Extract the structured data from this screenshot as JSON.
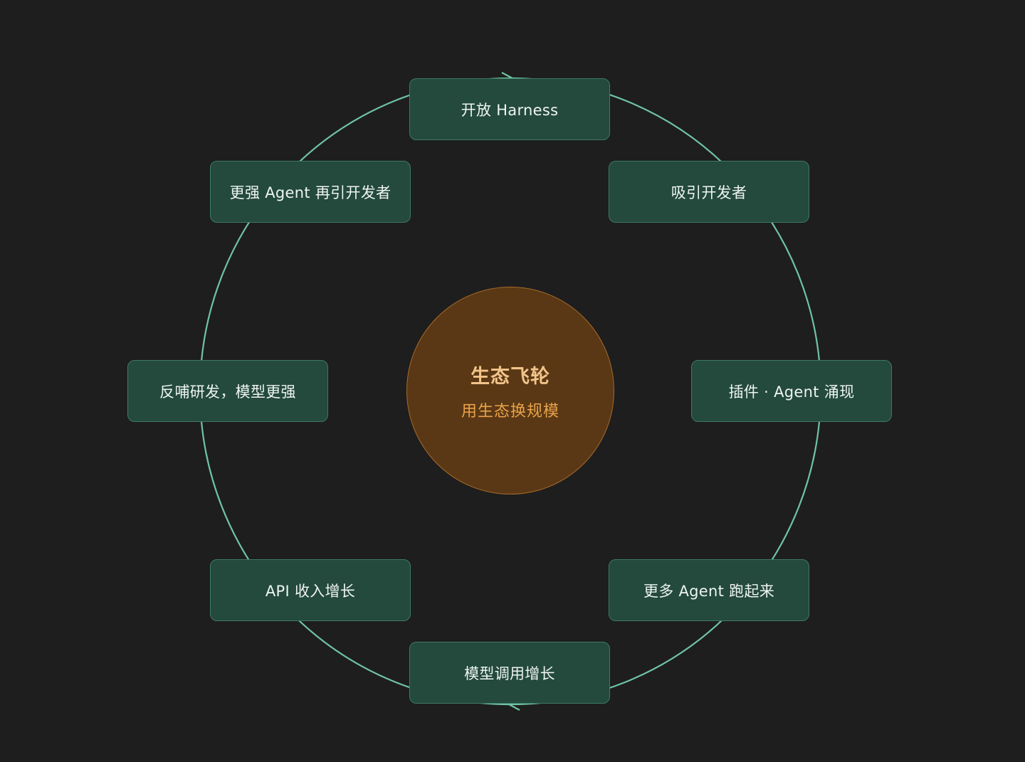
{
  "diagram": {
    "center": {
      "title": "生态飞轮",
      "subtitle": "用生态换规模"
    },
    "nodes": [
      {
        "label": "开放 Harness"
      },
      {
        "label": "吸引开发者"
      },
      {
        "label": "插件 · Agent 涌现"
      },
      {
        "label": "更多 Agent 跑起来"
      },
      {
        "label": "模型调用增长"
      },
      {
        "label": "API 收入增长"
      },
      {
        "label": "反哺研发，模型更强"
      },
      {
        "label": "更强 Agent 再引开发者"
      }
    ],
    "colors": {
      "background": "#1e1e1e",
      "ring": "#6fc3a3",
      "node_fill": "#24493d",
      "node_border": "#3d7a65",
      "center_fill": "#5a3815",
      "center_title": "#f1c48a",
      "center_subtitle": "#e9a24a"
    }
  }
}
